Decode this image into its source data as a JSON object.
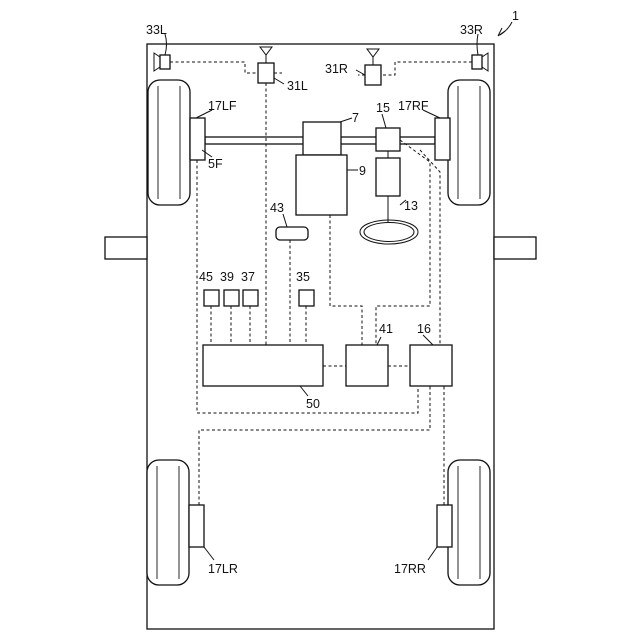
{
  "figure": {
    "ref": "1",
    "labels": {
      "l33L": "33L",
      "l33R": "33R",
      "l31L": "31L",
      "l31R": "31R",
      "l17LF": "17LF",
      "l17RF": "17RF",
      "l5F": "5F",
      "l7": "7",
      "l15": "15",
      "l9": "9",
      "l13": "13",
      "l43": "43",
      "l45": "45",
      "l39": "39",
      "l37": "37",
      "l35": "35",
      "l41": "41",
      "l16": "16",
      "l50": "50",
      "l17LR": "17LR",
      "l17RR": "17RR"
    }
  }
}
